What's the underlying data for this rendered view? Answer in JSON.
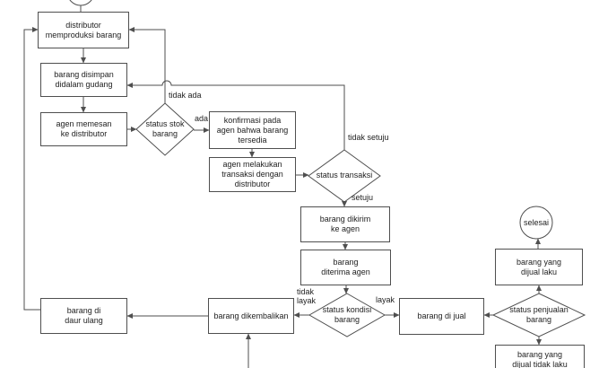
{
  "diagram": {
    "type": "flowchart",
    "nodes": {
      "produce": "distributor\nmemproduksi barang",
      "store": "barang disimpan\ndidalam gudang",
      "order": "agen memesan\nke distributor",
      "stock_check": "status stok\nbarang",
      "confirm": "konfirmasi pada\nagen bahwa barang\ntersedia",
      "transact": "agen melakukan\ntransaksi dengan\ndistributor",
      "transaction_check": "status transaksi",
      "ship": "barang dikirim\nke agen",
      "receive": "barang\nditerima agen",
      "condition_check": "status kondisi\nbarang",
      "sell": "barang di jual",
      "returned": "barang dikembalikan",
      "recycle": "barang di\ndaur ulang",
      "sales_check": "status penjualan\nbarang",
      "sold": "barang yang\ndijual laku",
      "unsold": "barang yang\ndijual tidak laku",
      "end": "selesai"
    },
    "edge_labels": {
      "no_stock": "tidak ada",
      "stock": "ada",
      "not_agreed": "tidak setuju",
      "agreed": "setuju",
      "not_fit": "tidak\nlayak",
      "fit": "layak"
    },
    "colors": {
      "line": "#4f4f4f",
      "text": "#222222",
      "node_fill": "#ffffff",
      "background": "#ffffff"
    }
  }
}
